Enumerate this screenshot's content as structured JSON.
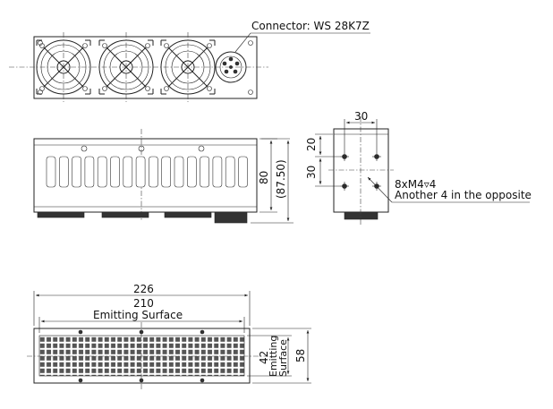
{
  "front_view": {
    "connector_label": "Connector: WS 28K7Z"
  },
  "side_view": {
    "height_dim": "80",
    "height_ref_dim": "(87.50)"
  },
  "end_view": {
    "width_dim": "30",
    "top_offset_dim": "20",
    "hole_pitch_dim": "30",
    "screw_note": "8xM4▿4",
    "opposite_note": "Another 4 in the opposite"
  },
  "bottom_view": {
    "overall_width_dim": "226",
    "emitting_width_dim": "210",
    "emitting_width_label": "Emitting Surface",
    "overall_depth_dim": "58",
    "emitting_depth_dim": "42",
    "emitting_depth_label_1": "Emitting",
    "emitting_depth_label_2": "Surface"
  }
}
